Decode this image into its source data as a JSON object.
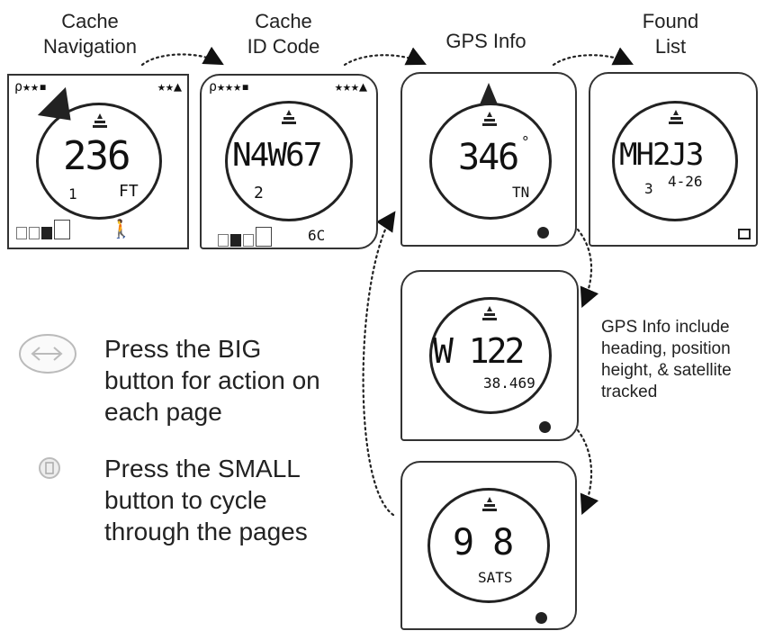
{
  "labels": {
    "cache_navigation": [
      "Cache",
      "Navigation"
    ],
    "cache_id_code": [
      "Cache",
      "ID Code"
    ],
    "gps_info": "GPS Info",
    "found_list": [
      "Found",
      "List"
    ]
  },
  "screens": {
    "nav": {
      "value": "236",
      "unit": "FT",
      "sub": "1",
      "top_left": "ρ★★▪",
      "top_right": "★★▲"
    },
    "id": {
      "value": "N4W67",
      "sub": "2",
      "corner": "6C",
      "top_left": "ρ★★★▪",
      "top_right": "★★★▲"
    },
    "gps1": {
      "value": "346",
      "unit": "TN"
    },
    "found": {
      "value": "MH2J3",
      "sub": "3",
      "date": "4-26"
    },
    "gps2": {
      "value": "W 122",
      "sub": "38.469"
    },
    "gps3": {
      "value": "9 8",
      "unit": "SATS"
    }
  },
  "legend": {
    "big": [
      "Press the BIG",
      "button for action on",
      "each page"
    ],
    "small": [
      "Press the SMALL",
      "button to cycle",
      "through the pages"
    ]
  },
  "note": [
    "GPS Info include",
    "heading, position",
    "height, & satellite",
    "tracked"
  ],
  "colors": {
    "ink": "#222222",
    "light_icon": "#bbbbbb"
  }
}
